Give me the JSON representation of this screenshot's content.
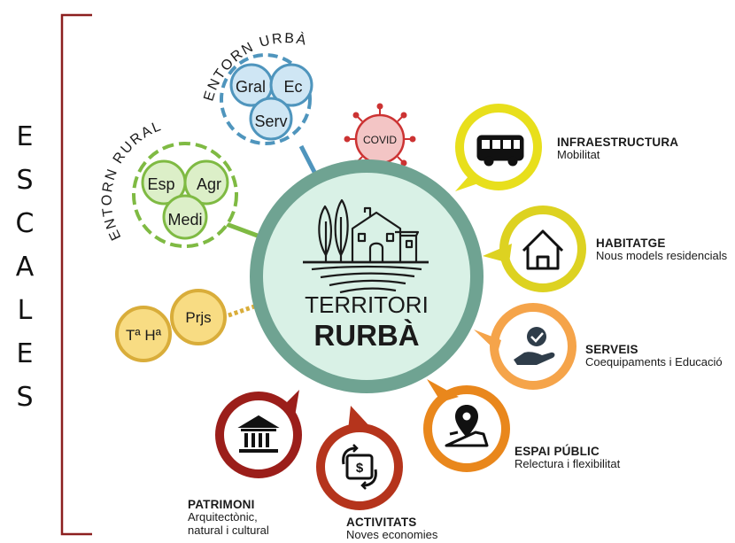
{
  "scale_label": [
    "E",
    "S",
    "C",
    "A",
    "L",
    "E",
    "S"
  ],
  "center": {
    "line1": "TERRITORI",
    "line2": "RURBÀ",
    "icon": "farmhouse-landscape-icon"
  },
  "entorn_urba": {
    "label": "ENTORN URBÀ",
    "circles": [
      "Gral",
      "Ec",
      "Serv"
    ]
  },
  "entorn_rural": {
    "label": "ENTORN RURAL",
    "circles": [
      "Esp",
      "Agr",
      "Medi"
    ]
  },
  "time_history": {
    "circles": [
      "Tª Hª",
      "Prjs"
    ]
  },
  "covid": {
    "label": "COVID",
    "icon": "virus-icon"
  },
  "aspects": [
    {
      "title": "INFRAESTRUCTURA",
      "subtitle": [
        "Mobilitat"
      ],
      "icon": "bus-icon",
      "color": "#e8df1c"
    },
    {
      "title": "HABITATGE",
      "subtitle": [
        "Nous models residencials"
      ],
      "icon": "house-icon",
      "color": "#ddd221"
    },
    {
      "title": "SERVEIS",
      "subtitle": [
        "Coequipaments i Educació"
      ],
      "icon": "hand-check-icon",
      "color": "#f5a44a"
    },
    {
      "title": "ESPAI PÚBLIC",
      "subtitle": [
        "Relectura i flexibilitat"
      ],
      "icon": "map-pin-icon",
      "color": "#e9871c"
    },
    {
      "title": "ACTIVITATS",
      "subtitle": [
        "Noves economies"
      ],
      "icon": "money-cycle-icon",
      "color": "#b5341c"
    },
    {
      "title": "PATRIMONI",
      "subtitle": [
        "Arquitectònic,",
        "natural i cultural"
      ],
      "icon": "temple-icon",
      "color": "#9b1e1a"
    }
  ],
  "colors": {
    "center_ring": "#6fa392",
    "center_fill": "#d9f1e6",
    "urba": "#4f95bd",
    "urba_fill": "#cfe6f4",
    "rural": "#7fba43",
    "rural_fill": "#dcefc8",
    "time": "#d9ad3a",
    "time_fill": "#f8dc83",
    "covid": "#cc3333",
    "covid_fill": "#f3c5c5",
    "bracket": "#8c1f1f"
  }
}
